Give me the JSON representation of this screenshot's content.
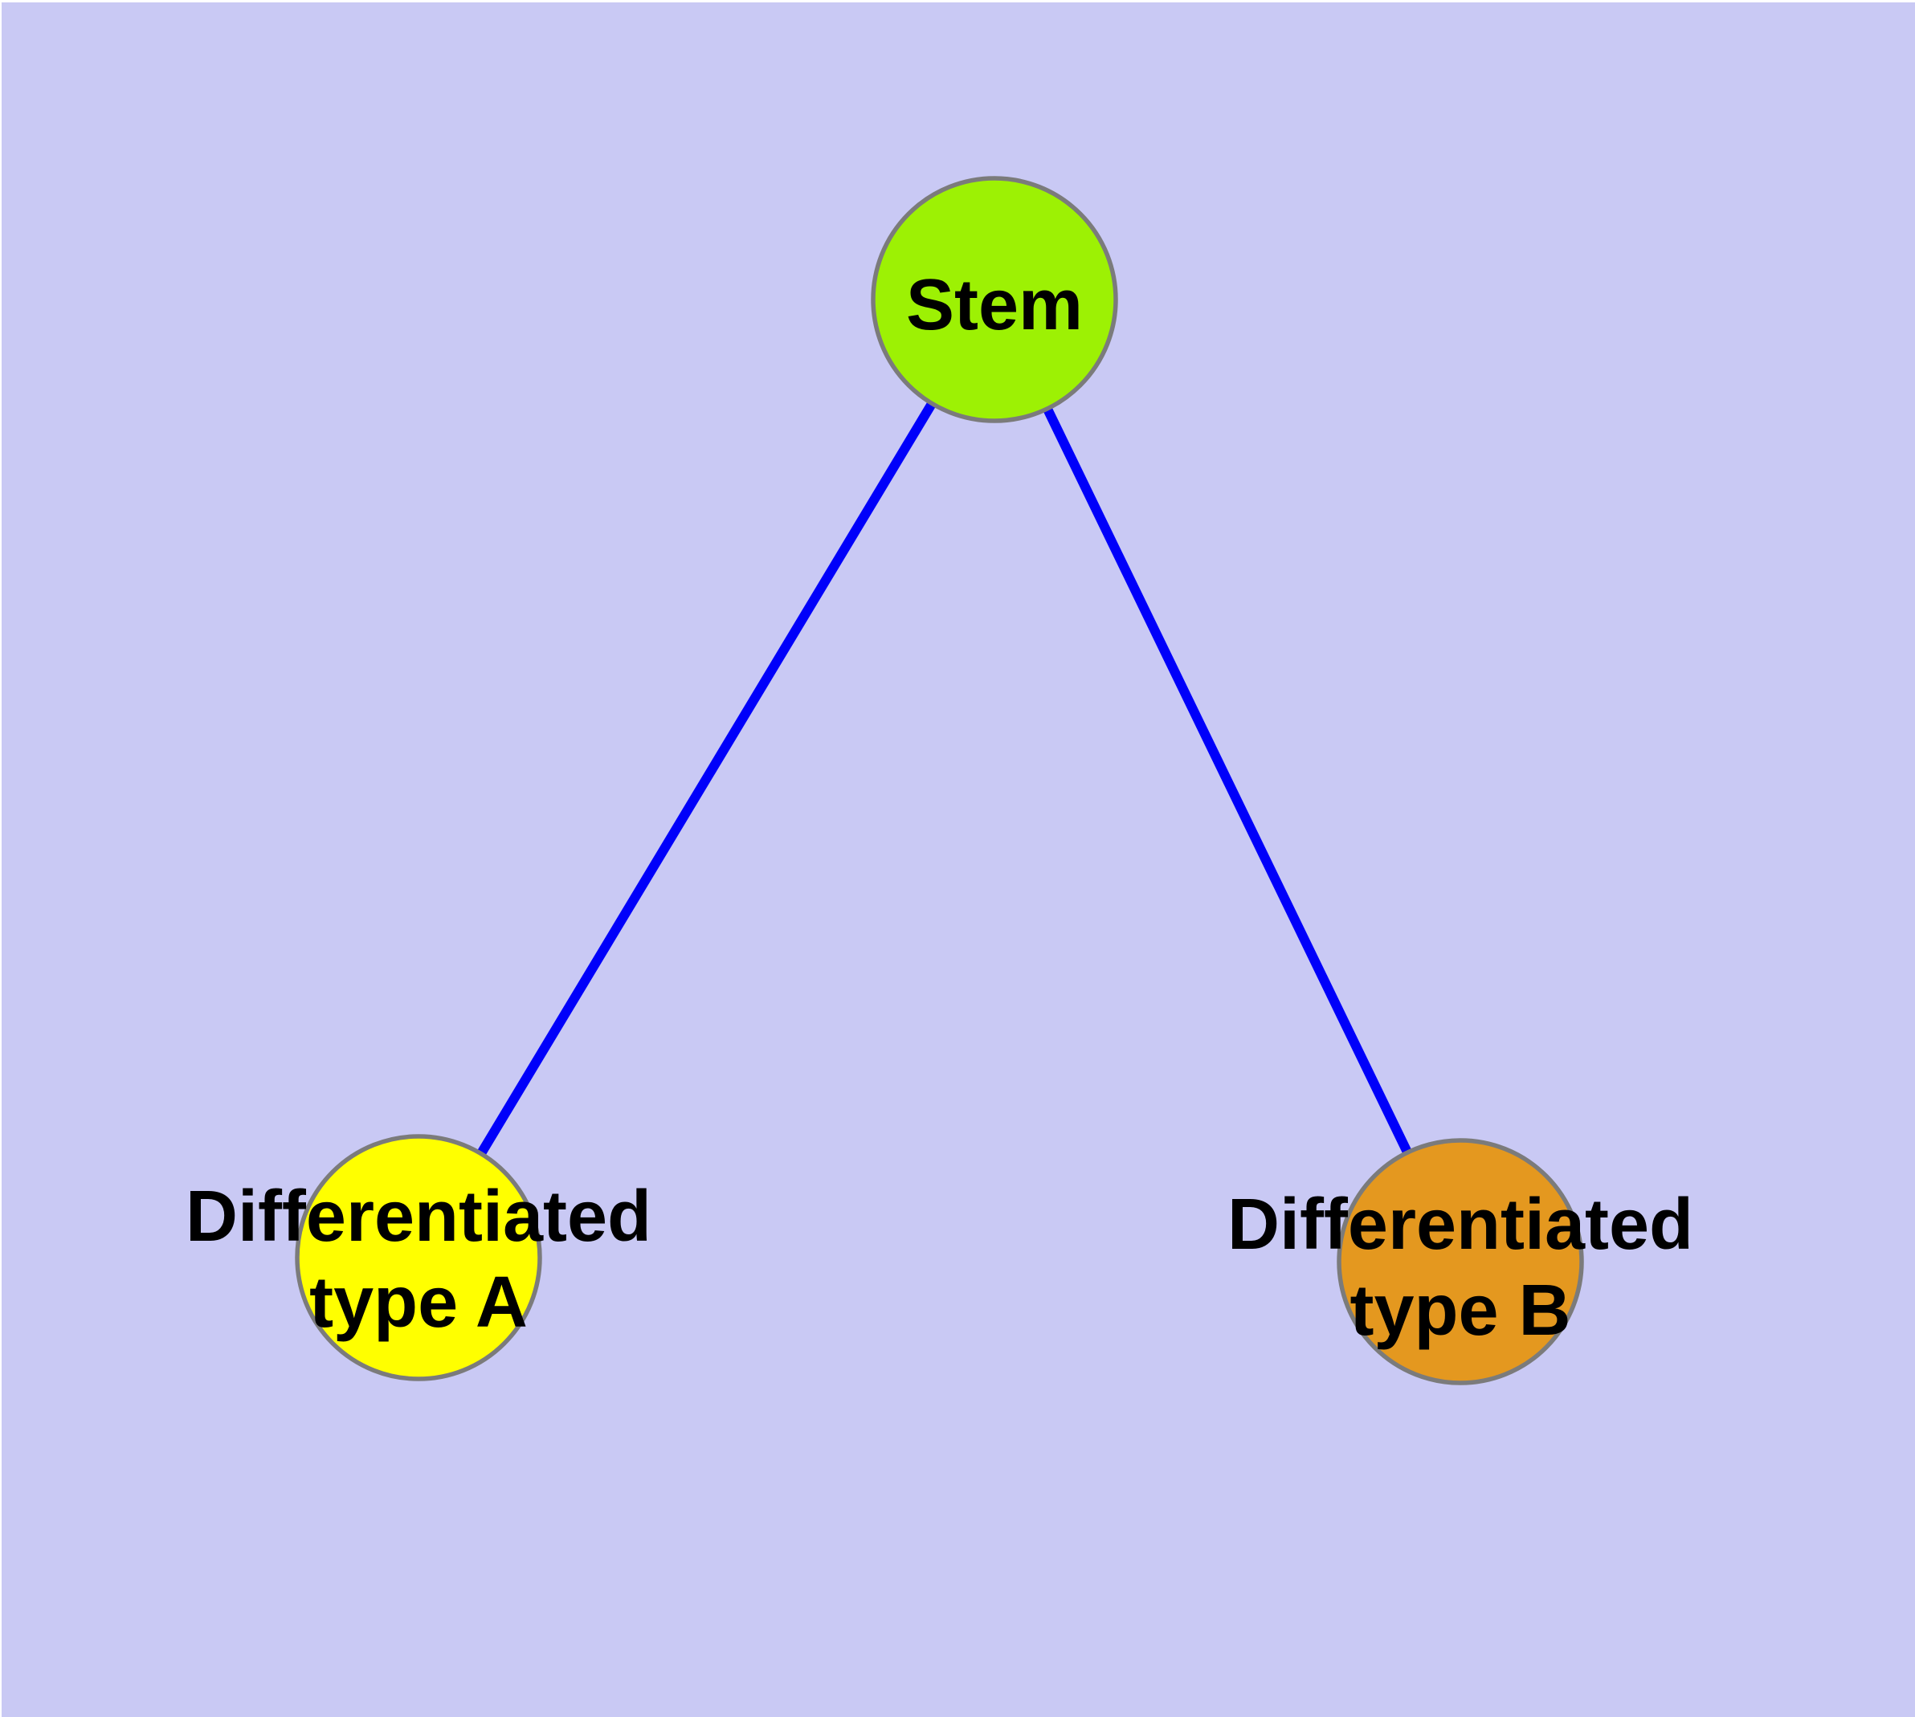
{
  "canvas": {
    "background_color": "#C9C9F4",
    "frame_color": "#FFFFFF"
  },
  "graph": {
    "edge_color": "#0000FA",
    "node_border_color": "#7B7B7B",
    "label_color": "#000000",
    "nodes": [
      {
        "id": "stem",
        "label": "Stem",
        "fill": "#9DF104"
      },
      {
        "id": "differentiated-type-a",
        "label_line1": "Differentiated",
        "label_line2": "type A",
        "fill": "#FFFF00"
      },
      {
        "id": "differentiated-type-b",
        "label_line1": "Differentiated",
        "label_line2": "type B",
        "fill": "#E4981F"
      }
    ],
    "edges": [
      {
        "from": "stem",
        "to": "differentiated-type-a"
      },
      {
        "from": "stem",
        "to": "differentiated-type-b"
      }
    ]
  }
}
